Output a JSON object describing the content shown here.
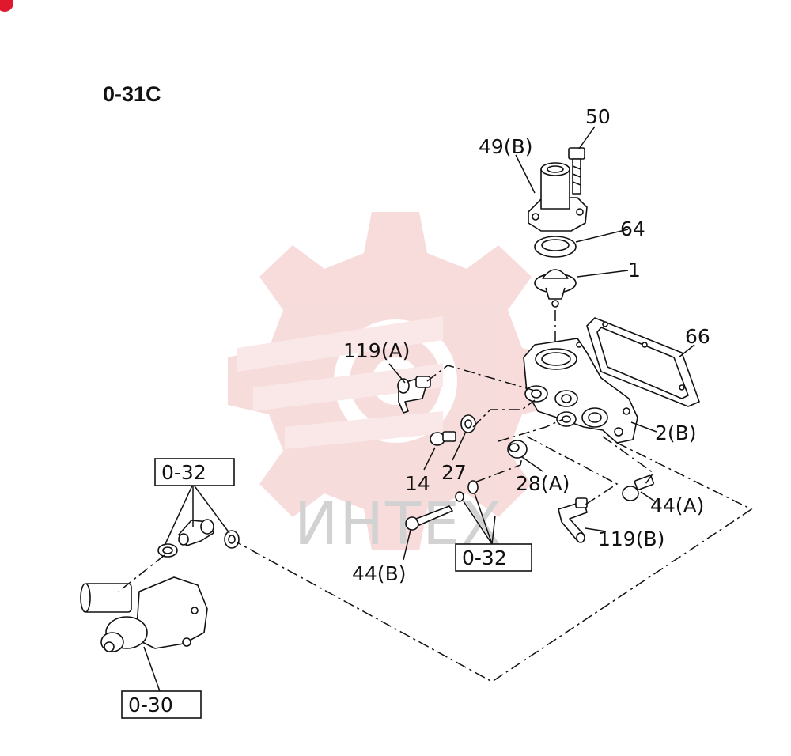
{
  "diagram": {
    "title": "0-31C",
    "watermark": "ИНТЕХ",
    "colors": {
      "ink": "#111111",
      "watermark_logo": "#f5c9c9",
      "watermark_text": "#d2d2d2",
      "badge": "#e0182d"
    },
    "part_labels": {
      "p50": "50",
      "p49b": "49(B)",
      "p64": "64",
      "p1": "1",
      "p66": "66",
      "p119a": "119(A)",
      "p2b": "2(B)",
      "p14": "14",
      "p27": "27",
      "p28a": "28(A)",
      "p44a": "44(A)",
      "p119b": "119(B)",
      "p44b": "44(B)"
    },
    "references": {
      "ref_032_left": "0-32",
      "ref_032_center": "0-32",
      "ref_030": "0-30"
    }
  }
}
